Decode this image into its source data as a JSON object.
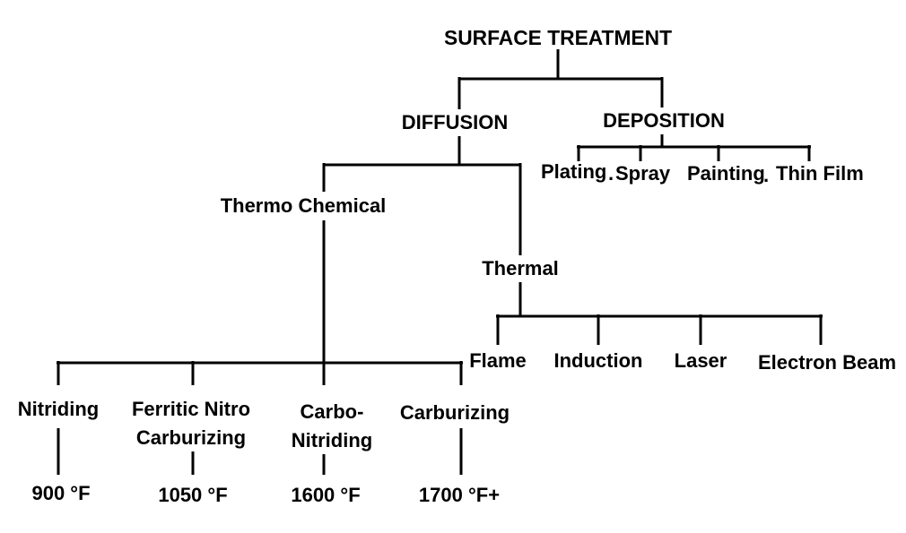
{
  "diagram": {
    "root": "SURFACE TREATMENT",
    "diffusion": "DIFFUSION",
    "deposition": "DEPOSITION",
    "deposition_items": [
      "Plating",
      "Spray",
      "Painting",
      "Thin Film"
    ],
    "deposition_separators": ".",
    "thermo_chemical": "Thermo Chemical",
    "thermal": "Thermal",
    "thermal_items": [
      "Flame",
      "Induction",
      "Laser",
      "Electron Beam"
    ],
    "processes": [
      {
        "name_lines": [
          "Nitriding"
        ],
        "temperature": "900 °F"
      },
      {
        "name_lines": [
          "Ferritic Nitro",
          "Carburizing"
        ],
        "temperature": "1050 °F"
      },
      {
        "name_lines": [
          "Carbo-",
          "Nitriding"
        ],
        "temperature": "1600 °F"
      },
      {
        "name_lines": [
          "Carburizing"
        ],
        "temperature": "1700 °F+"
      }
    ]
  }
}
